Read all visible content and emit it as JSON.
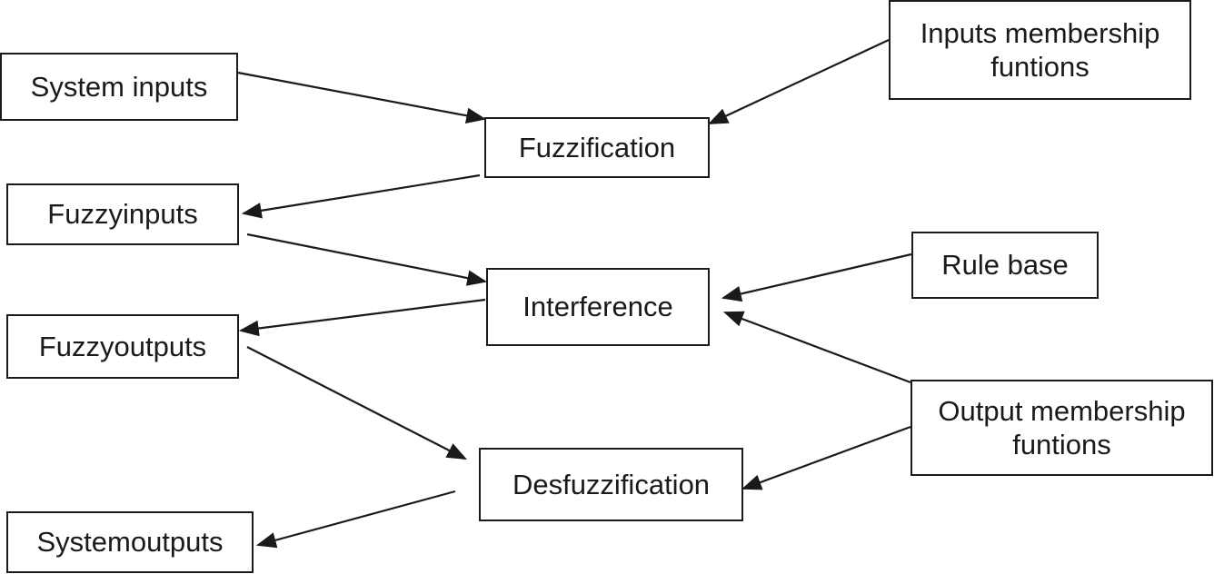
{
  "diagram": {
    "nodes": {
      "system_inputs": "System inputs",
      "inputs_membership_line1": "Inputs membership",
      "inputs_membership_line2": "funtions",
      "fuzzification": "Fuzzification",
      "fuzzy_inputs": "Fuzzyinputs",
      "rule_base": "Rule base",
      "interference": "Interference",
      "fuzzy_outputs": "Fuzzyoutputs",
      "output_membership_line1": "Output membership",
      "output_membership_line2": "funtions",
      "desfuzzification": "Desfuzzification",
      "system_outputs": "Systemoutputs"
    },
    "edges": [
      {
        "from": "System inputs",
        "to": "Fuzzification"
      },
      {
        "from": "Inputs membership funtions",
        "to": "Fuzzification"
      },
      {
        "from": "Fuzzification",
        "to": "Fuzzyinputs"
      },
      {
        "from": "Fuzzyinputs",
        "to": "Interference"
      },
      {
        "from": "Rule base",
        "to": "Interference"
      },
      {
        "from": "Output membership funtions",
        "to": "Interference"
      },
      {
        "from": "Interference",
        "to": "Fuzzyoutputs"
      },
      {
        "from": "Fuzzyoutputs",
        "to": "Desfuzzification"
      },
      {
        "from": "Output membership funtions",
        "to": "Desfuzzification"
      },
      {
        "from": "Desfuzzification",
        "to": "Systemoutputs"
      }
    ]
  }
}
